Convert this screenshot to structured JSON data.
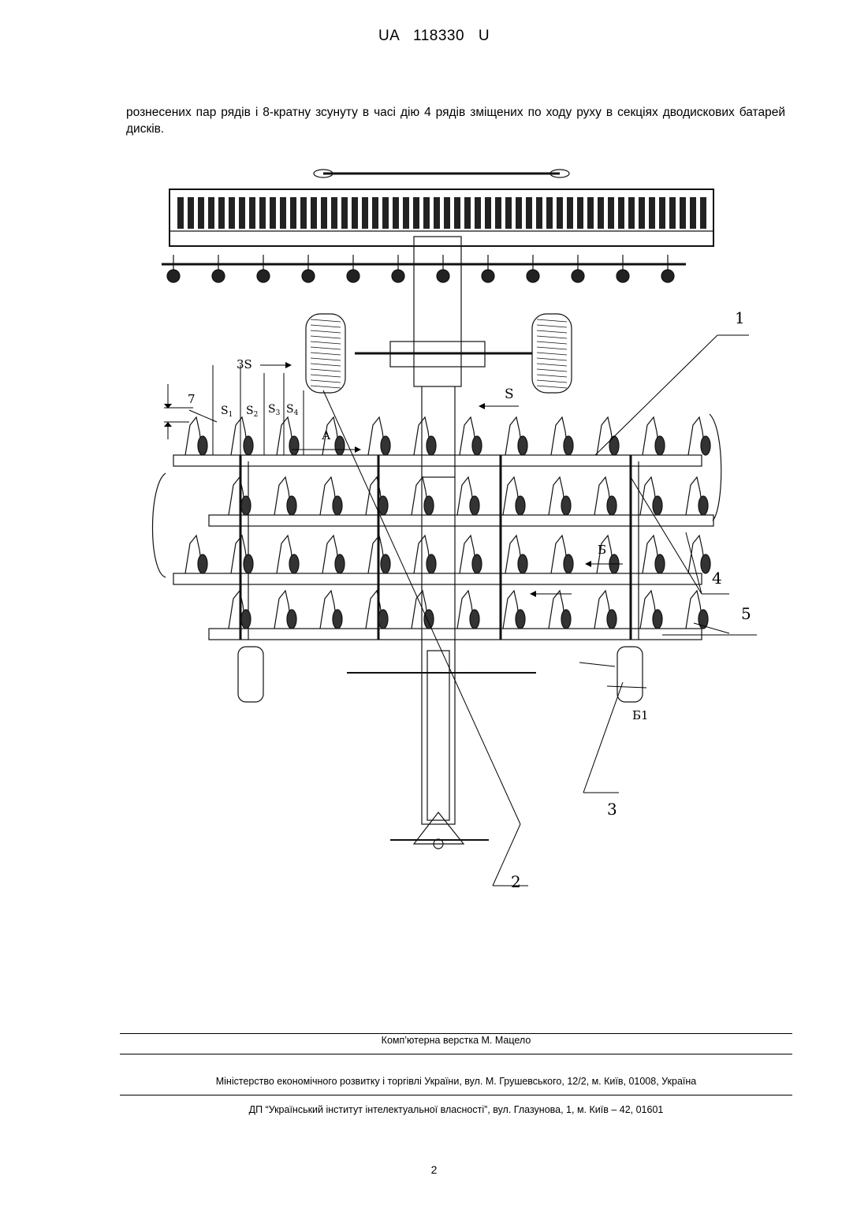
{
  "header": {
    "doc_id": "UA   118330   U"
  },
  "body": {
    "paragraph": "рознесених пар рядів і 8-кратну зсунуту в часі дію 4 рядів зміщених по ходу руху в секціях дводискових батарей дисків."
  },
  "figure": {
    "callouts": [
      "1",
      "2",
      "3",
      "4",
      "5",
      "7"
    ],
    "dimension_labels": {
      "three_s": "3S",
      "s": "S",
      "s1": "S",
      "s1_sub": "1",
      "s2": "S",
      "s2_sub": "2",
      "s3": "S",
      "s3_sub": "3",
      "s4": "S",
      "s4_sub": "4"
    },
    "direction_labels": {
      "a": "А",
      "b": "Б",
      "b1": "Б1"
    }
  },
  "footer": {
    "typesetting": "Комп’ютерна верстка М. Мацело",
    "ministry": "Міністерство економічного розвитку і торгівлі України, вул. М. Грушевського, 12/2, м. Київ, 01008, Україна",
    "institute": "ДП “Український інститут інтелектуальної власності”, вул. Глазунова, 1, м. Київ – 42, 01601",
    "page_number": "2"
  }
}
